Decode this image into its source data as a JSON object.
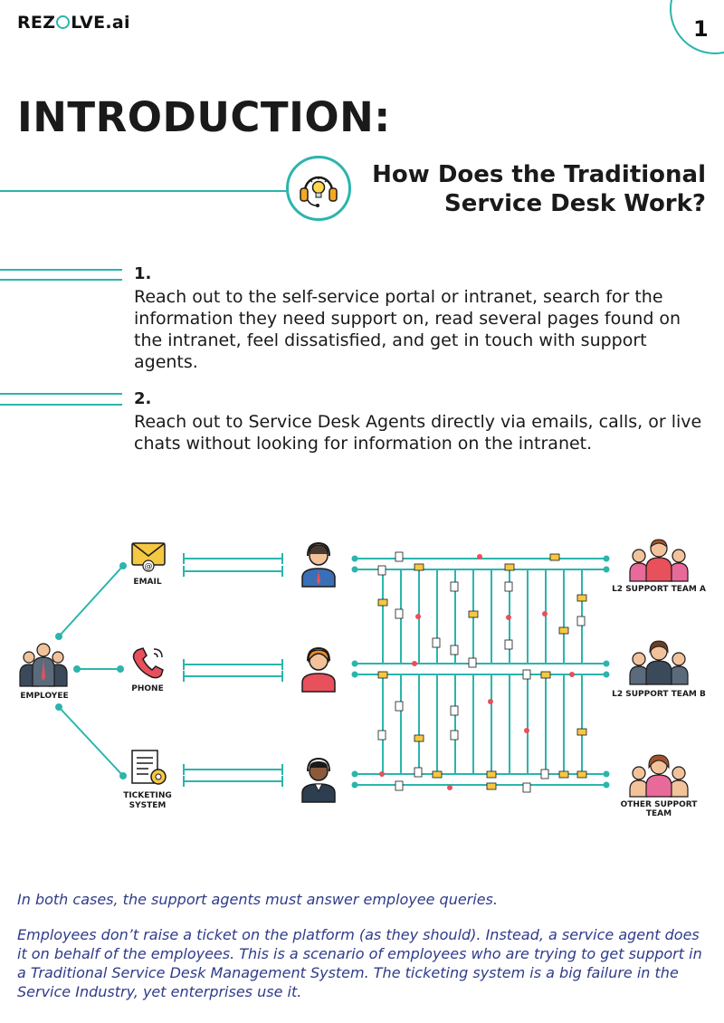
{
  "header": {
    "logo_left": "REZ",
    "logo_right": "LVE.ai",
    "page_number": "1"
  },
  "title": "INTRODUCTION:",
  "subtitle": {
    "line1": "How Does the Traditional",
    "line2": "Service Desk Work?"
  },
  "steps": [
    {
      "number": "1.",
      "text": "Reach out to the self-service portal or intranet, search for the information they need support on, read several pages found on the intranet, feel dissatisfied, and get in touch with support agents."
    },
    {
      "number": "2.",
      "text": "Reach out to Service Desk Agents directly via emails, calls, or live chats without looking for information on the intranet."
    }
  ],
  "diagram": {
    "employee_label": "EMPLOYEE",
    "channels": [
      {
        "label": "EMAIL",
        "icon": "email-icon"
      },
      {
        "label": "PHONE",
        "icon": "phone-icon"
      },
      {
        "label": "TICKETING\nSYSTEM",
        "icon": "document-gear-icon"
      }
    ],
    "teams": [
      {
        "label": "L2 SUPPORT TEAM A"
      },
      {
        "label": "L2 SUPPORT TEAM B"
      },
      {
        "label": "OTHER SUPPORT TEAM"
      }
    ]
  },
  "notes": {
    "line1": "In both cases, the support agents must answer employee queries.",
    "line2": "Employees don’t raise a ticket on the platform (as they should). Instead, a service agent does it on behalf of the employees.  This is a scenario of employees who are trying to get support in a Traditional Service Desk Management System. The ticketing system is a big failure in the Service Industry, yet enterprises use it."
  },
  "colors": {
    "teal": "#2bb5ad",
    "note_blue": "#2f3b8a",
    "dark": "#1a1a1a"
  }
}
